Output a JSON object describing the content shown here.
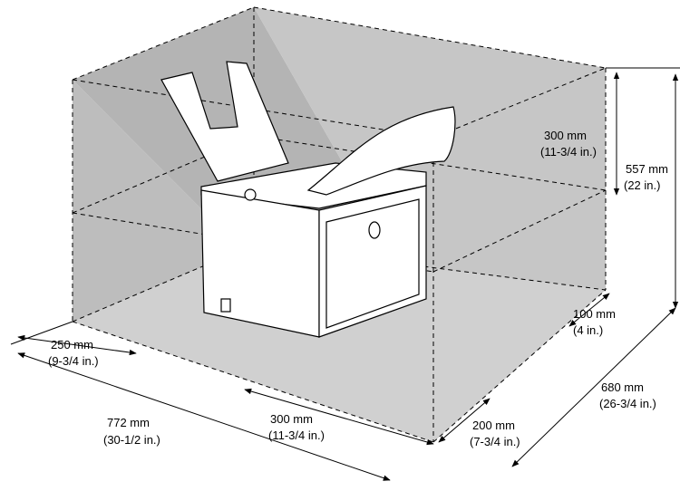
{
  "colors": {
    "clearance_fill": "#b4b4b4",
    "clearance_fill_light": "#c8c8c8",
    "floor_fill": "#d2d2d2",
    "line": "#000000",
    "printer_body": "#ffffff"
  },
  "dimensions": {
    "top_clearance": {
      "metric": "300 mm",
      "imperial": "(11-3/4 in.)"
    },
    "total_height": {
      "metric": "557 mm",
      "imperial": "(22 in.)"
    },
    "rear_clearance": {
      "metric": "100 mm",
      "imperial": "(4 in.)"
    },
    "total_depth": {
      "metric": "680 mm",
      "imperial": "(26-3/4 in.)"
    },
    "front_clearance": {
      "metric": "200 mm",
      "imperial": "(7-3/4 in.)"
    },
    "right_clearance": {
      "metric": "300 mm",
      "imperial": "(11-3/4 in.)"
    },
    "left_clearance": {
      "metric": "250 mm",
      "imperial": "(9-3/4 in.)"
    },
    "total_width": {
      "metric": "772 mm",
      "imperial": "(30-1/2 in.)"
    }
  }
}
